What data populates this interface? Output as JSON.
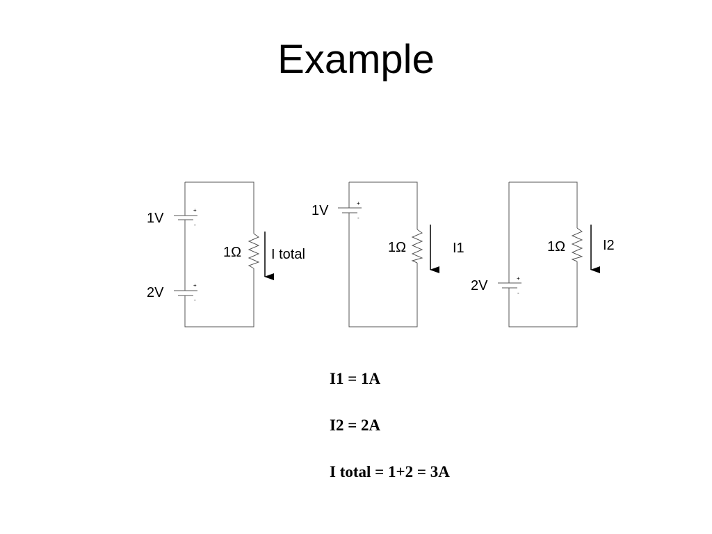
{
  "slide": {
    "title": "Example"
  },
  "colors": {
    "wire": "#555555",
    "text": "#000000",
    "background": "#ffffff"
  },
  "circuits": [
    {
      "id": "series",
      "labels": {
        "v1": "1V",
        "v2": "2V",
        "r": "1Ω",
        "current": "I total"
      }
    },
    {
      "id": "source-1v",
      "labels": {
        "v1": "1V",
        "r": "1Ω",
        "current": "I1"
      }
    },
    {
      "id": "source-2v",
      "labels": {
        "v2": "2V",
        "r": "1Ω",
        "current": "I2"
      }
    }
  ],
  "polarity": {
    "plus": "+",
    "minus": "-"
  },
  "results": [
    "I1 = 1A",
    "I2 = 2A",
    "I total = 1+2 = 3A"
  ]
}
